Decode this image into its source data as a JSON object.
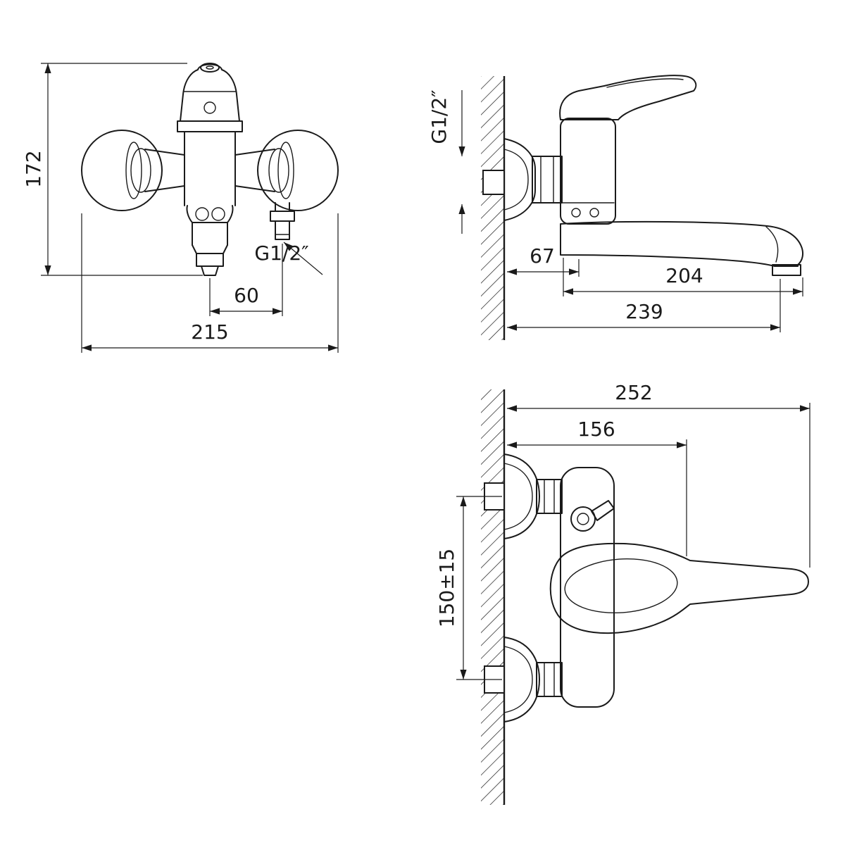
{
  "colors": {
    "ink": "#1a1a1a",
    "background": "#ffffff"
  },
  "views": {
    "front": {
      "label_height": "172",
      "label_outlet_thread": "G1/2″",
      "label_outlet_offset": "60",
      "label_width": "215"
    },
    "side": {
      "label_inlet_thread": "G1/2″",
      "label_wall_offset": "67",
      "label_spout_reach": "204",
      "label_total_depth": "239"
    },
    "top": {
      "label_total_length": "252",
      "label_handle_reach": "156",
      "label_centers_distance": "150±15"
    }
  }
}
